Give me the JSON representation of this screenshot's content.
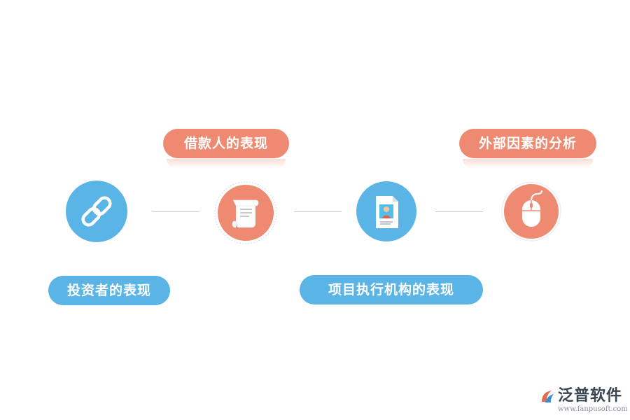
{
  "labels": {
    "borrower": "借款人的表现",
    "external": "外部因素的分析",
    "investor": "投资者的表现",
    "agency": "项目执行机构的表现"
  },
  "nodes": [
    {
      "icon": "link-icon",
      "color": "#5ab4e5"
    },
    {
      "icon": "scroll-icon",
      "color": "#ee8a71"
    },
    {
      "icon": "id-document-icon",
      "color": "#5ab4e5"
    },
    {
      "icon": "mouse-icon",
      "color": "#ee8a71"
    }
  ],
  "colors": {
    "accent_orange": "#ee8a71",
    "accent_blue": "#5ab4e5",
    "connector": "#c9ced6"
  },
  "logo": {
    "name": "泛普软件",
    "url": "www.fanpusoft.com"
  }
}
